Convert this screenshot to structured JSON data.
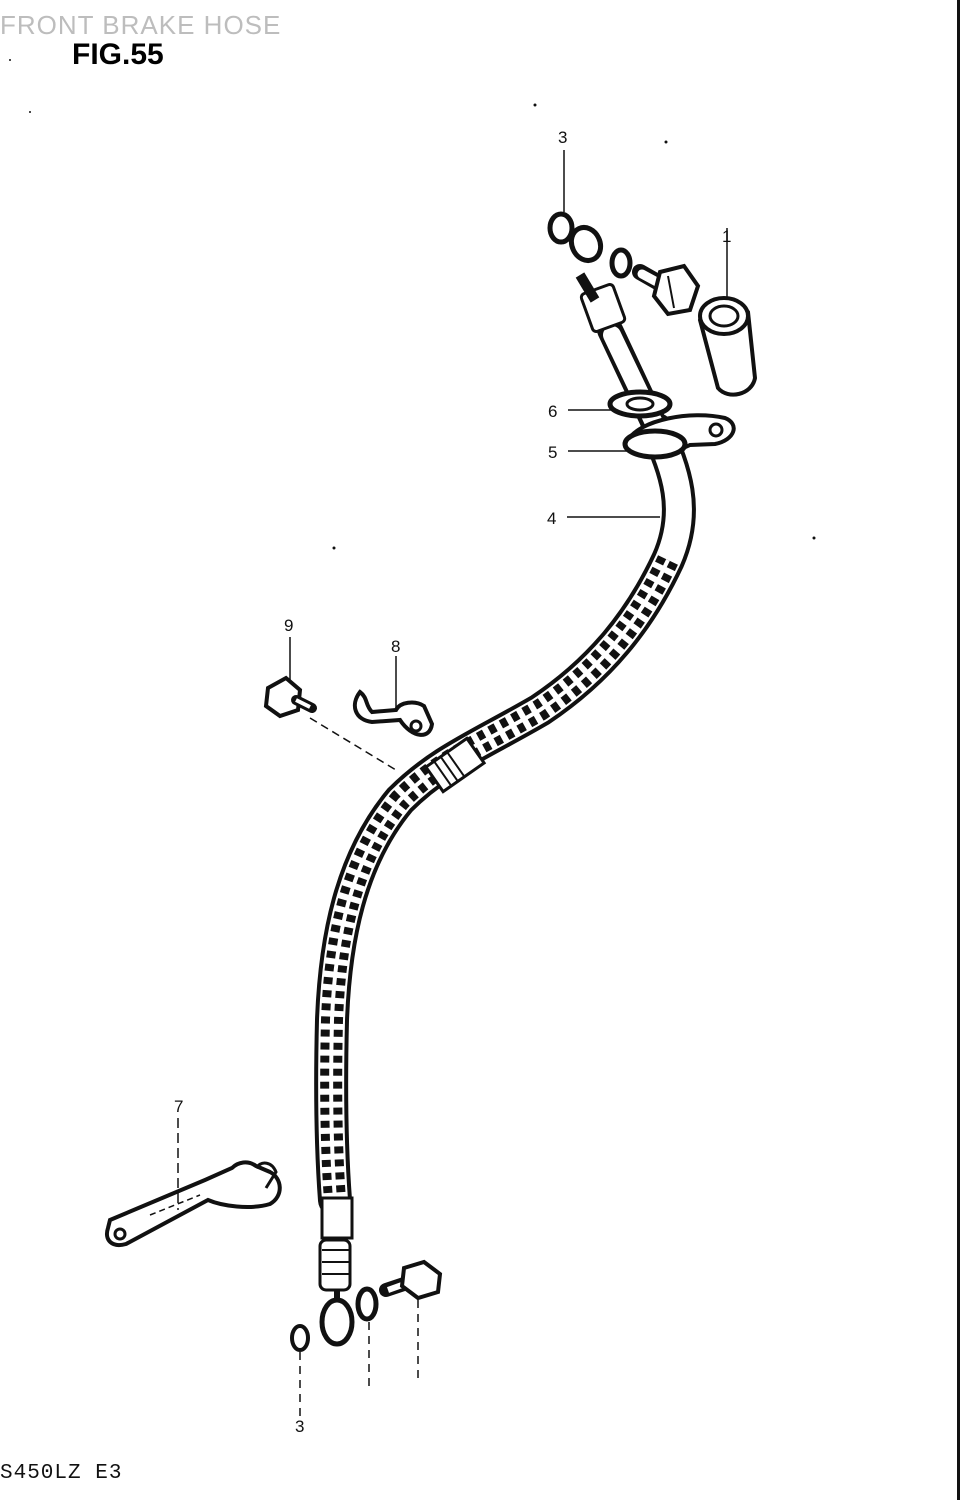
{
  "header": {
    "faded_title": "FRONT BRAKE HOSE",
    "figure_label": "FIG.55"
  },
  "callouts": [
    {
      "id": "3",
      "text": "3"
    },
    {
      "id": "1",
      "text": "1"
    },
    {
      "id": "6",
      "text": "6"
    },
    {
      "id": "5",
      "text": "5"
    },
    {
      "id": "4",
      "text": "4"
    },
    {
      "id": "9",
      "text": "9"
    },
    {
      "id": "8",
      "text": "8"
    },
    {
      "id": "7",
      "text": "7"
    },
    {
      "id": "3b",
      "text": "3"
    }
  ],
  "footer": {
    "model_code": "S450LZ E3"
  },
  "colors": {
    "ink": "#111111",
    "paper": "#ffffff",
    "faded": "#bdbdbd"
  }
}
